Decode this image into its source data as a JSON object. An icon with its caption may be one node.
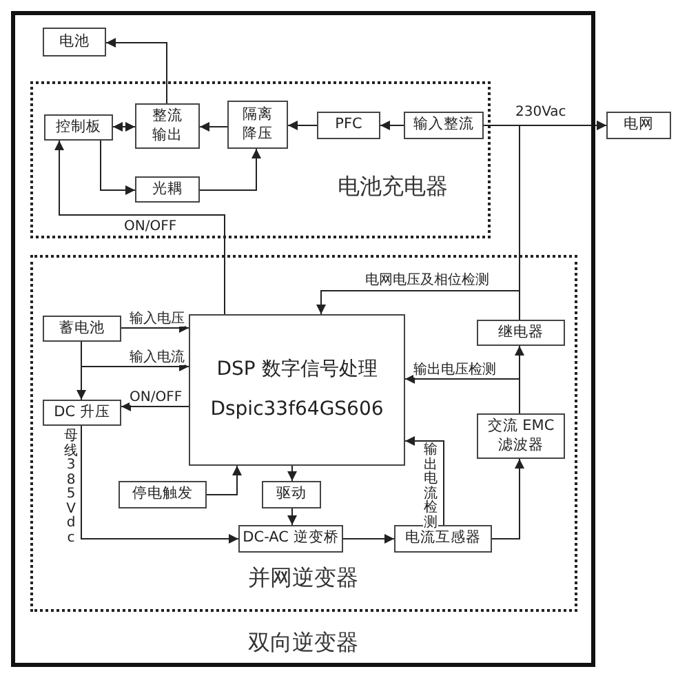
{
  "diagram": {
    "nodes": [
      {
        "text": [
          "双向逆变器"
        ]
      },
      {
        "text": [
          "电池"
        ],
        "in": 0
      },
      {
        "text": [
          "电池充电器"
        ],
        "in": 0
      },
      {
        "text": [
          "控制板"
        ],
        "in": 2
      },
      {
        "text": [
          "整流输出"
        ],
        "in": 2
      },
      {
        "text": [
          "隔离降压"
        ],
        "in": 2
      },
      {
        "text": [
          "PFC"
        ],
        "in": 2
      },
      {
        "text": [
          "输入整流"
        ],
        "in": 2
      },
      {
        "text": [
          "光耦"
        ],
        "in": 2
      },
      {
        "text": [
          "电网"
        ]
      },
      {
        "text": [
          "并网逆变器"
        ],
        "in": 0
      },
      {
        "text": [
          "蓄电池"
        ],
        "in": 10
      },
      {
        "text": [
          "DSP 数字信号处理",
          "Dspic33f64GS606"
        ],
        "in": 10
      },
      {
        "text": [
          "DC 升压"
        ],
        "in": 10
      },
      {
        "text": [
          "继电器"
        ],
        "in": 10
      },
      {
        "text": [
          "交流 EMC 滤波器"
        ],
        "in": 10
      },
      {
        "text": [
          "停电触发"
        ],
        "in": 10
      },
      {
        "text": [
          "驱动"
        ],
        "in": 10
      },
      {
        "text": [
          "DC-AC 逆变桥"
        ],
        "in": 10
      },
      {
        "text": [
          "电流互感器"
        ],
        "in": 10
      }
    ],
    "edges": [
      {
        "from": 4,
        "to": 1,
        "arrow": "to"
      },
      {
        "from": 3,
        "to": 4,
        "arrow": "both"
      },
      {
        "from": 5,
        "to": 4,
        "arrow": "to"
      },
      {
        "from": 6,
        "to": 5,
        "arrow": "to"
      },
      {
        "from": 7,
        "to": 6,
        "arrow": "to"
      },
      {
        "from": 3,
        "to": 8,
        "arrow": "to"
      },
      {
        "from": 8,
        "to": 5,
        "arrow": "to"
      },
      {
        "from": 7,
        "to": 9,
        "arrow": "to",
        "label": "230Vac"
      },
      {
        "from": 14,
        "to": 9,
        "arrow": "to"
      },
      {
        "from": 12,
        "to": 3,
        "arrow": "to",
        "label": "ON/OFF"
      },
      {
        "from": 14,
        "to": 12,
        "arrow": "to",
        "label": "电网电压及相位检测"
      },
      {
        "from": 11,
        "to": 12,
        "arrow": "to",
        "label": "输入电压"
      },
      {
        "from": 11,
        "to": 12,
        "arrow": "to",
        "label": "输入电流"
      },
      {
        "from": 11,
        "to": 13,
        "arrow": "to"
      },
      {
        "from": 12,
        "to": 13,
        "arrow": "to",
        "label": "ON/OFF"
      },
      {
        "from": 15,
        "to": 14,
        "arrow": "to"
      },
      {
        "from": 15,
        "to": 12,
        "arrow": "to",
        "label": "输出电压检测"
      },
      {
        "from": 19,
        "to": 12,
        "arrow": "to",
        "label": "输出电流检测"
      },
      {
        "from": 19,
        "to": 15,
        "arrow": "to"
      },
      {
        "from": 13,
        "to": 18,
        "arrow": "to",
        "label": "母线 385Vdc"
      },
      {
        "from": 16,
        "to": 12,
        "arrow": "to"
      },
      {
        "from": 12,
        "to": 17,
        "arrow": "to"
      },
      {
        "from": 17,
        "to": 18,
        "arrow": "to"
      },
      {
        "from": 18,
        "to": 19,
        "arrow": "to"
      }
    ]
  }
}
